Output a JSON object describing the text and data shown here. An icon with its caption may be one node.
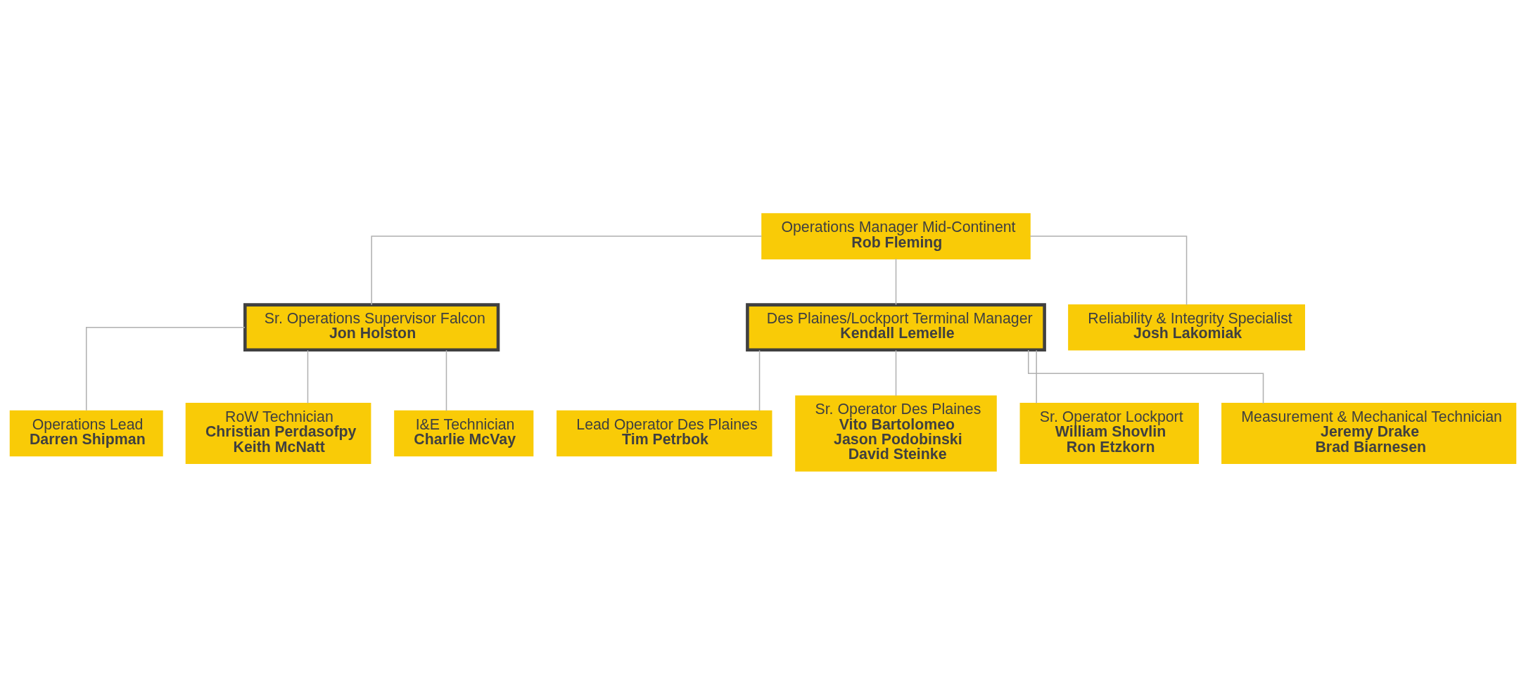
{
  "diagram": {
    "nodes": [
      {
        "text": [
          "Operations Manager Mid-Continent",
          "Rob Fleming"
        ]
      },
      {
        "text": [
          "Sr. Operations Supervisor Falcon",
          "Jon Holston"
        ]
      },
      {
        "text": [
          "Des Plaines/Lockport Terminal Manager",
          "Kendall Lemelle"
        ]
      },
      {
        "text": [
          "Reliability & Integrity Specialist",
          "Josh Lakomiak"
        ]
      },
      {
        "text": [
          "Operations Lead",
          "Darren Shipman"
        ]
      },
      {
        "text": [
          "RoW Technician",
          "Christian Perdasofpy",
          "Keith McNatt"
        ]
      },
      {
        "text": [
          "I&E Technician",
          "Charlie McVay"
        ]
      },
      {
        "text": [
          "Lead Operator Des Plaines",
          "Tim Petrbok"
        ]
      },
      {
        "text": [
          "Sr. Operator Des Plaines",
          "Vito Bartolomeo",
          "Jason Podobinski",
          "David Steinke"
        ]
      },
      {
        "text": [
          "Sr. Operator Lockport",
          "William Shovlin",
          "Ron Etzkorn"
        ]
      },
      {
        "text": [
          "Measurement & Mechanical Technician",
          "Jeremy Drake",
          "Brad Biarnesen"
        ]
      }
    ],
    "edges": [
      {
        "from": 0,
        "to": 1,
        "arrow": "none"
      },
      {
        "from": 0,
        "to": 2,
        "arrow": "none"
      },
      {
        "from": 0,
        "to": 3,
        "arrow": "none"
      },
      {
        "from": 1,
        "to": 4,
        "arrow": "none"
      },
      {
        "from": 1,
        "to": 5,
        "arrow": "none"
      },
      {
        "from": 1,
        "to": 6,
        "arrow": "none"
      },
      {
        "from": 2,
        "to": 7,
        "arrow": "none"
      },
      {
        "from": 2,
        "to": 8,
        "arrow": "none"
      },
      {
        "from": 2,
        "to": 9,
        "arrow": "none"
      },
      {
        "from": 2,
        "to": 10,
        "arrow": "none"
      }
    ]
  }
}
